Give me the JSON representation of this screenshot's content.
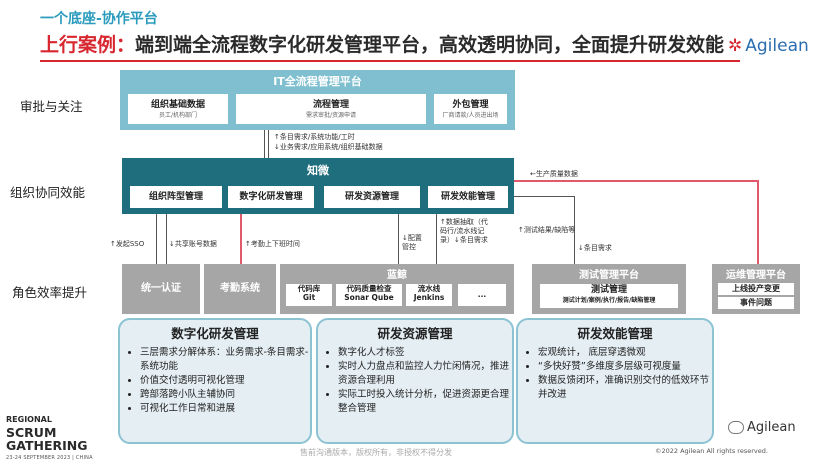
{
  "header": {
    "subtitle": "一个底座-协作平台",
    "case_prefix": "上行案例：",
    "case_text": "端到端全流程数字化研发管理平台，高效透明协同，全面提升研发效能",
    "logo_text": "Agilean",
    "accent_color": "#d8262f"
  },
  "row_labels": [
    "审批与关注",
    "组织协同效能",
    "角色效率提升"
  ],
  "it_platform": {
    "title": "IT全流程管理平台",
    "boxes": [
      {
        "title": "组织基础数据",
        "sub": "员工/机构部门"
      },
      {
        "title": "流程管理",
        "sub": "需求审批/资源申请"
      },
      {
        "title": "外包管理",
        "sub": "厂商请款/人员进出场"
      }
    ]
  },
  "mid_notes": [
    "↑条目需求/系统功能/工时",
    "↓业务需求/应用系统/组织基础数据"
  ],
  "zhiwei": {
    "title": "知微",
    "boxes": [
      "组织阵型管理",
      "数字化研发管理",
      "研发资源管理",
      "研发效能管理"
    ]
  },
  "arrow_notes": {
    "sso": "↑发起SSO",
    "account": "↓共享账号数据",
    "attendance": "↑考勤上下班时间",
    "config": "↓配置管控",
    "data_pull": "↑数据抽取（代码行/流水线记录）↓条目需求",
    "test": "↑测试结果/缺陷等",
    "item_req": "↓条目需求",
    "quality": "←生产质量数据"
  },
  "systems": {
    "auth": "统一认证",
    "attendance": "考勤系统",
    "lanjing": {
      "title": "蓝鲸",
      "tools": [
        {
          "name": "代码库",
          "tool": "Git"
        },
        {
          "name": "代码质量检查",
          "tool": "Sonar Qube"
        },
        {
          "name": "流水线",
          "tool": "Jenkins"
        },
        {
          "name": "",
          "tool": "..."
        }
      ]
    },
    "test_platform": {
      "title": "测试管理平台",
      "inner_title": "测试管理",
      "inner_sub": "测试计划/案例/执行/报告/缺陷管理"
    },
    "ops_platform": {
      "title": "运维管理平台",
      "items": [
        "上线投产变更",
        "事件问题"
      ]
    }
  },
  "cards": [
    {
      "title": "数字化研发管理",
      "items": [
        "三层需求分解体系：业务需求-条目需求-系统功能",
        "价值交付透明可视化管理",
        "跨部落跨小队主辅协同",
        "可视化工作日常和进展"
      ]
    },
    {
      "title": "研发资源管理",
      "items": [
        "数字化人才标签",
        "实时人力盘点和监控人力忙闲情况，推进资源合理利用",
        "实际工时投入统计分析，促进资源更合理整合管理"
      ]
    },
    {
      "title": "研发效能管理",
      "items": [
        "宏观统计， 底层穿透微观",
        "“多快好赞”多维度多层级可视度量",
        "数据反馈闭环，准确识别交付的低效环节并改进"
      ]
    }
  ],
  "footer": {
    "event_line1": "REGIONAL",
    "event_line2": "SCRUM",
    "event_line3": "GATHERING",
    "event_date": "23-24 SEPTEMBER 2023 | CHINA",
    "notice": "售前沟通版本，版权所有，非授权不得分发",
    "copyright": "©2022 Agilean All rights reserved.",
    "wechat": "Agilean"
  }
}
